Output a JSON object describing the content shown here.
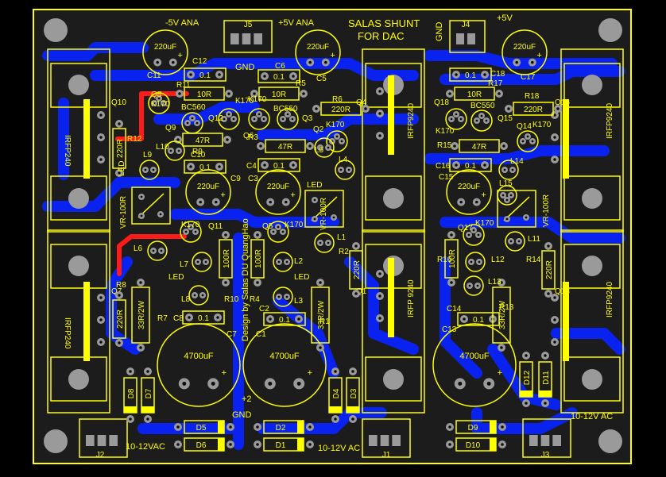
{
  "colors": {
    "background": "#000000",
    "board": "#1c1c1c",
    "silk": "#ffff00",
    "bottom_copper": "#0a22f0",
    "top_copper": "#ff1a1a",
    "pad": "#9a9a9a",
    "hole": "#0b0b0b"
  },
  "board_labels": {
    "title": "SALAS SHUNT",
    "subtitle": "FOR DAC",
    "designer": "Design by Salas DU QuangHao",
    "neg5v": "-5V ANA",
    "pos5v_ana": "+5V ANA",
    "pos5v": "+5V",
    "gnd_top": "GND",
    "gnd_j4": "GND",
    "gnd_bottom": "GND",
    "plus2": "+2",
    "ac_left": "10-12VAC",
    "ac_mid": "10-12V AC",
    "ac_right": "10-12V AC"
  },
  "connectors": [
    {
      "name": "J5"
    },
    {
      "name": "J4"
    },
    {
      "name": "J1"
    },
    {
      "name": "J2"
    },
    {
      "name": "J3"
    }
  ],
  "transistors": [
    {
      "name": "Q10",
      "type": "IRFP240"
    },
    {
      "name": "Q7",
      "type": "IRFP240"
    },
    {
      "name": "Q4",
      "type": "IRFP9240"
    },
    {
      "name": "Q1",
      "type": "IRFP 9240"
    },
    {
      "name": "Q16",
      "type": "IRFP9240"
    },
    {
      "name": "Q13",
      "type": "IRFP9240"
    }
  ],
  "small_transistors": [
    {
      "name": "Q8",
      "part": "K170"
    },
    {
      "name": "Q9",
      "part": "BC560"
    },
    {
      "name": "Q12",
      "part": "K170"
    },
    {
      "name": "Q6",
      "part": "K170"
    },
    {
      "name": "Q3",
      "part": "BC550"
    },
    {
      "name": "Q2",
      "part": "K170"
    },
    {
      "name": "Q11",
      "part": "K170"
    },
    {
      "name": "Q5",
      "part": "K170"
    },
    {
      "name": "Q18",
      "part": "K170"
    },
    {
      "name": "Q15",
      "part": "BC550"
    },
    {
      "name": "Q14",
      "part": "K170"
    },
    {
      "name": "Q17",
      "part": "K170"
    }
  ],
  "big_caps": [
    {
      "name": "C11",
      "value": "220uF"
    },
    {
      "name": "C5",
      "value": "220uF"
    },
    {
      "name": "C17",
      "value": "220uF"
    },
    {
      "name": "C9",
      "value": "220uF"
    },
    {
      "name": "C3",
      "value": "220uF"
    },
    {
      "name": "C15",
      "value": "220uF"
    },
    {
      "name": "C7",
      "value": "4700uF"
    },
    {
      "name": "C1",
      "value": "4700uF"
    },
    {
      "name": "C13",
      "value": "4700uF"
    }
  ],
  "small_caps": [
    {
      "name": "C12",
      "value": "0.1"
    },
    {
      "name": "C6",
      "value": "0.1"
    },
    {
      "name": "C18",
      "value": "0.1"
    },
    {
      "name": "C10",
      "value": "0.1"
    },
    {
      "name": "C4",
      "value": "0.1"
    },
    {
      "name": "C16",
      "value": "0.1"
    },
    {
      "name": "C8",
      "value": "0.1"
    },
    {
      "name": "C2",
      "value": "0.1"
    },
    {
      "name": "C14",
      "value": "0.1"
    }
  ],
  "resistors": [
    {
      "name": "R11",
      "value": "10R"
    },
    {
      "name": "R5",
      "value": "10R"
    },
    {
      "name": "R17",
      "value": "10R"
    },
    {
      "name": "R6",
      "value": "220R"
    },
    {
      "name": "R18",
      "value": "220R"
    },
    {
      "name": "R12",
      "value": "220R"
    },
    {
      "name": "R9",
      "value": "47R"
    },
    {
      "name": "R3",
      "value": "47R"
    },
    {
      "name": "R15",
      "value": "47R"
    },
    {
      "name": "R10",
      "value": "100R"
    },
    {
      "name": "R4",
      "value": "100R"
    },
    {
      "name": "R16",
      "value": "100R"
    },
    {
      "name": "R2",
      "value": "220R"
    },
    {
      "name": "R14",
      "value": "220R"
    },
    {
      "name": "R8",
      "value": "220R"
    },
    {
      "name": "R7",
      "value": "33R/2W"
    },
    {
      "name": "R1",
      "value": "33R/2W"
    },
    {
      "name": "R13",
      "value": "33R/2W"
    }
  ],
  "trimmers": [
    {
      "value": "VR-100R"
    },
    {
      "value": "VR-100R"
    },
    {
      "value": "VR-100R"
    }
  ],
  "inductors": [
    {
      "name": "L9"
    },
    {
      "name": "L10"
    },
    {
      "name": "L5"
    },
    {
      "name": "L4"
    },
    {
      "name": "L14"
    },
    {
      "name": "L15"
    },
    {
      "name": "L6"
    },
    {
      "name": "L7"
    },
    {
      "name": "L8"
    },
    {
      "name": "L1"
    },
    {
      "name": "L2"
    },
    {
      "name": "L3"
    },
    {
      "name": "L11"
    },
    {
      "name": "L12"
    },
    {
      "name": "L13"
    }
  ],
  "leds": [
    {
      "label": "LED"
    },
    {
      "label": "LED"
    },
    {
      "label": "LED"
    },
    {
      "label": "LED"
    }
  ],
  "diodes": [
    {
      "name": "D5"
    },
    {
      "name": "D6"
    },
    {
      "name": "D2"
    },
    {
      "name": "D1"
    },
    {
      "name": "D9"
    },
    {
      "name": "D10"
    },
    {
      "name": "D8"
    },
    {
      "name": "D7"
    },
    {
      "name": "D4"
    },
    {
      "name": "D3"
    },
    {
      "name": "D12"
    },
    {
      "name": "D11"
    }
  ]
}
